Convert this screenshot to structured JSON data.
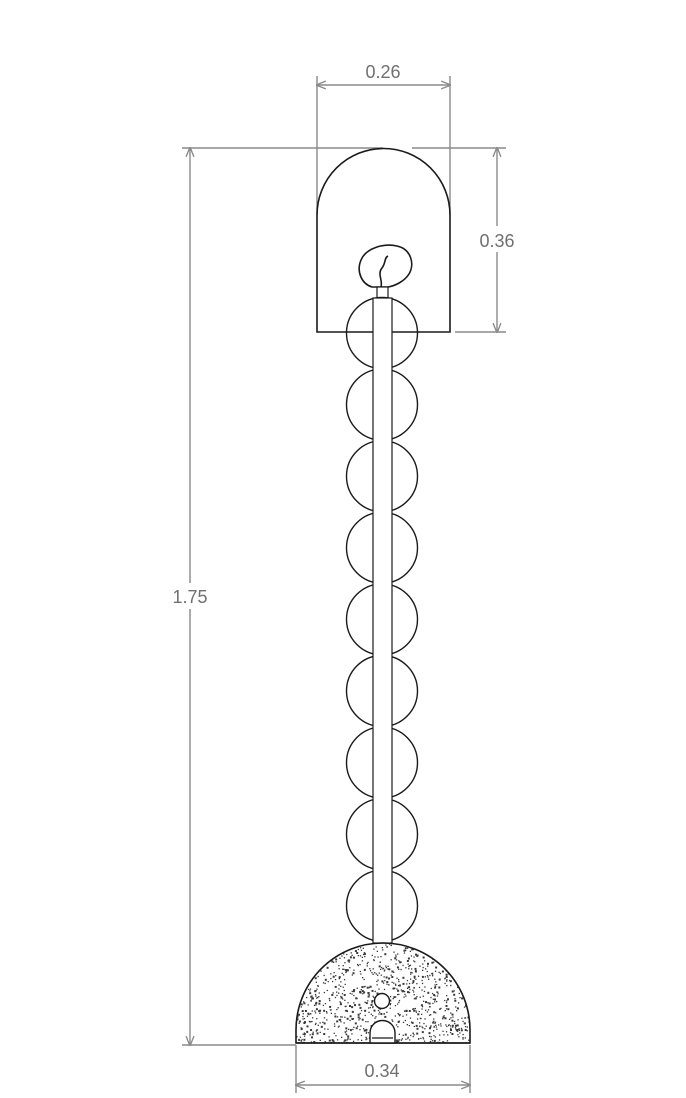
{
  "drawing": {
    "dimensions": {
      "shade_width": "0.26",
      "shade_height": "0.36",
      "total_height": "1.75",
      "base_width": "0.34"
    },
    "ball_count": 9,
    "colors": {
      "outline": "#1a1a1a",
      "dimension": "#8a8a8a",
      "dimension_text": "#707070",
      "base_speckle": "#3a3a3a",
      "background": "#ffffff"
    }
  }
}
